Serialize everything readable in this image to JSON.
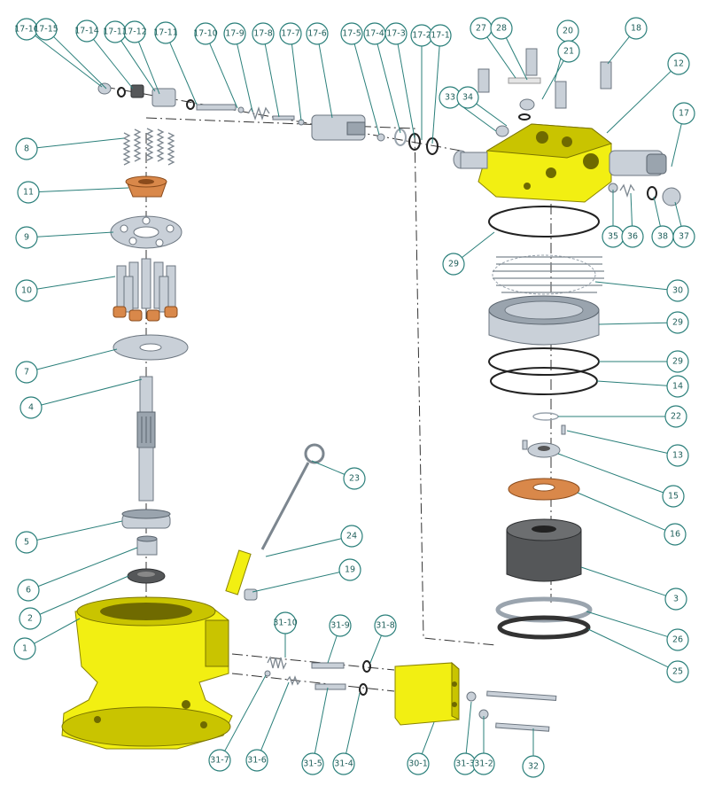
{
  "diagram": {
    "labels": [
      "17-16",
      "17-15",
      "17-14",
      "17-13",
      "17-12",
      "17-11",
      "17-10",
      "17-9",
      "17-8",
      "17-7",
      "17-6",
      "17-5",
      "17-4",
      "17-3",
      "17-2",
      "17-1",
      "27",
      "28",
      "20",
      "21",
      "18",
      "12",
      "33",
      "34",
      "17",
      "35",
      "36",
      "38",
      "37",
      "8",
      "11",
      "9",
      "10",
      "7",
      "4",
      "29",
      "30",
      "29",
      "29",
      "14",
      "22",
      "13",
      "15",
      "16",
      "3",
      "26",
      "25",
      "5",
      "6",
      "2",
      "1",
      "23",
      "24",
      "19",
      "31-10",
      "31-9",
      "31-8",
      "31-7",
      "31-6",
      "31-5",
      "31-4",
      "30-1",
      "31-3",
      "31-2",
      "32"
    ],
    "colors": {
      "housing": "#f2ef12",
      "steel": "#c9d0d8",
      "copper": "#d9884a",
      "label_ring": "#2a7f7a"
    }
  }
}
